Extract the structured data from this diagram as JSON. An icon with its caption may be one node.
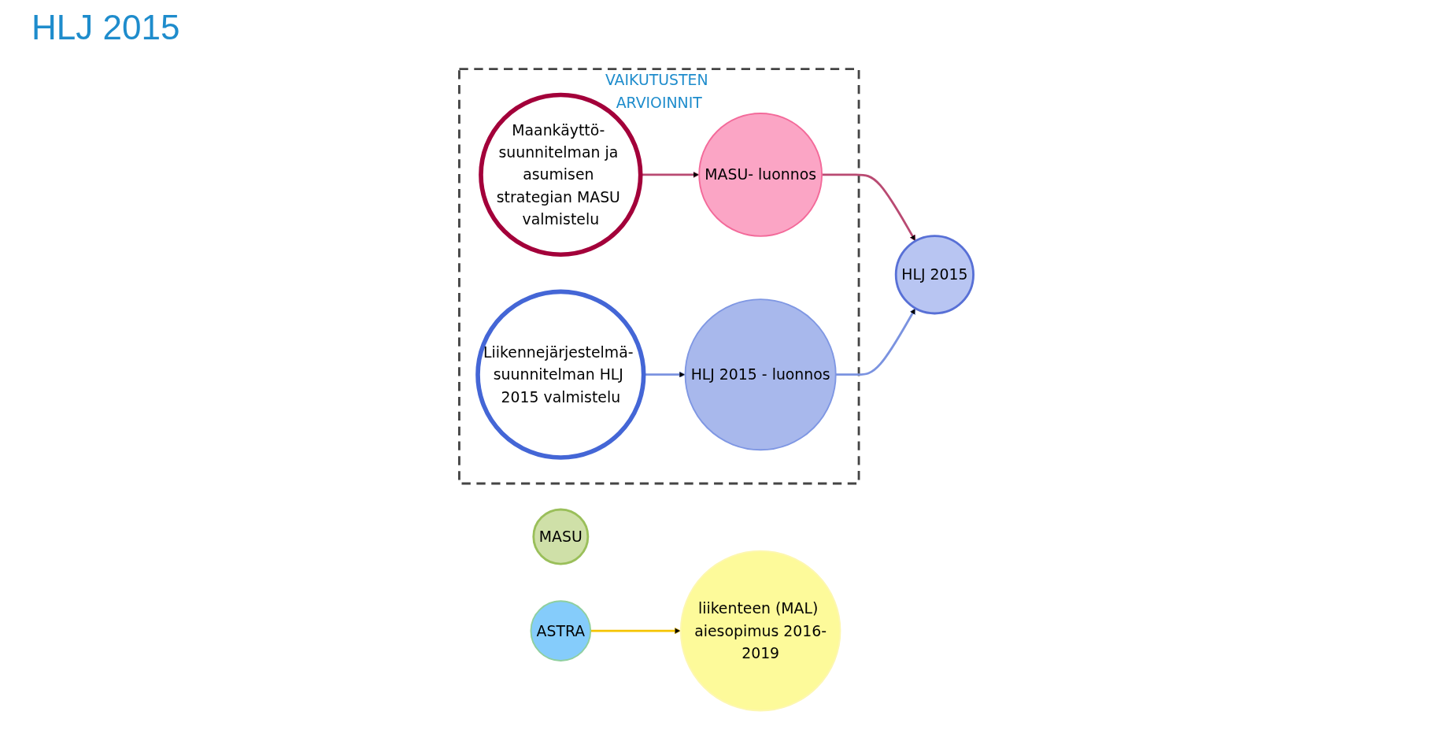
{
  "diagram": {
    "title": "HLJ 2015",
    "nodes": [
      {
        "text": [
          "VAIKUTUSTEN ARVIOINNIT"
        ]
      },
      {
        "text": [
          "Maankäyttö- suunnitelman ja asumisen strategian MASU valmistelu"
        ],
        "in": 0
      },
      {
        "text": [
          "Liikennejärjestelmä- suunnitelman HLJ 2015 valmistelu"
        ],
        "in": 0
      },
      {
        "text": [
          "MASU- luonnos"
        ],
        "in": 0
      },
      {
        "text": [
          "HLJ 2015 - luonnos"
        ],
        "in": 0
      },
      {
        "text": [
          "MASU"
        ]
      },
      {
        "text": [
          "ASTRA"
        ]
      },
      {
        "text": [
          "HLJ 2015"
        ]
      },
      {
        "text": [
          "liikenteen (MAL) aiesopimus 2016-2019"
        ]
      }
    ],
    "edges": [
      {
        "from": 1,
        "to": 3,
        "arrow": "to",
        "color": "#b94a72"
      },
      {
        "from": 2,
        "to": 4,
        "arrow": "to",
        "color": "#7b93e0"
      },
      {
        "from": 3,
        "to": 7,
        "arrow": "to",
        "color": "#b94a72"
      },
      {
        "from": 4,
        "to": 7,
        "arrow": "to",
        "color": "#7b93e0"
      },
      {
        "from": 6,
        "to": 8,
        "arrow": "to",
        "color": "#f5c400"
      }
    ]
  }
}
